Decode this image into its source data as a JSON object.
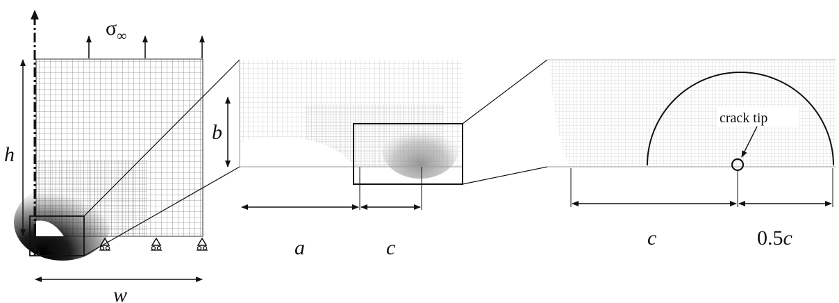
{
  "labels": {
    "sigma": "σ",
    "sigma_sub": "∞",
    "h": "h",
    "w": "w",
    "a": "a",
    "b": "b",
    "c_mid": "c",
    "c_right": "c",
    "half_c_num": "0.5",
    "half_c_var": "c",
    "crack_tip": "crack tip"
  },
  "colors": {
    "ink": "#111111",
    "mesh_left": "#555555",
    "mesh_light": "#b0b0b0",
    "dense": "#000000",
    "mid_dense": "#9a9a9a"
  },
  "icons": {
    "support": "roller-support-icon",
    "arrow": "load-arrow-icon"
  }
}
